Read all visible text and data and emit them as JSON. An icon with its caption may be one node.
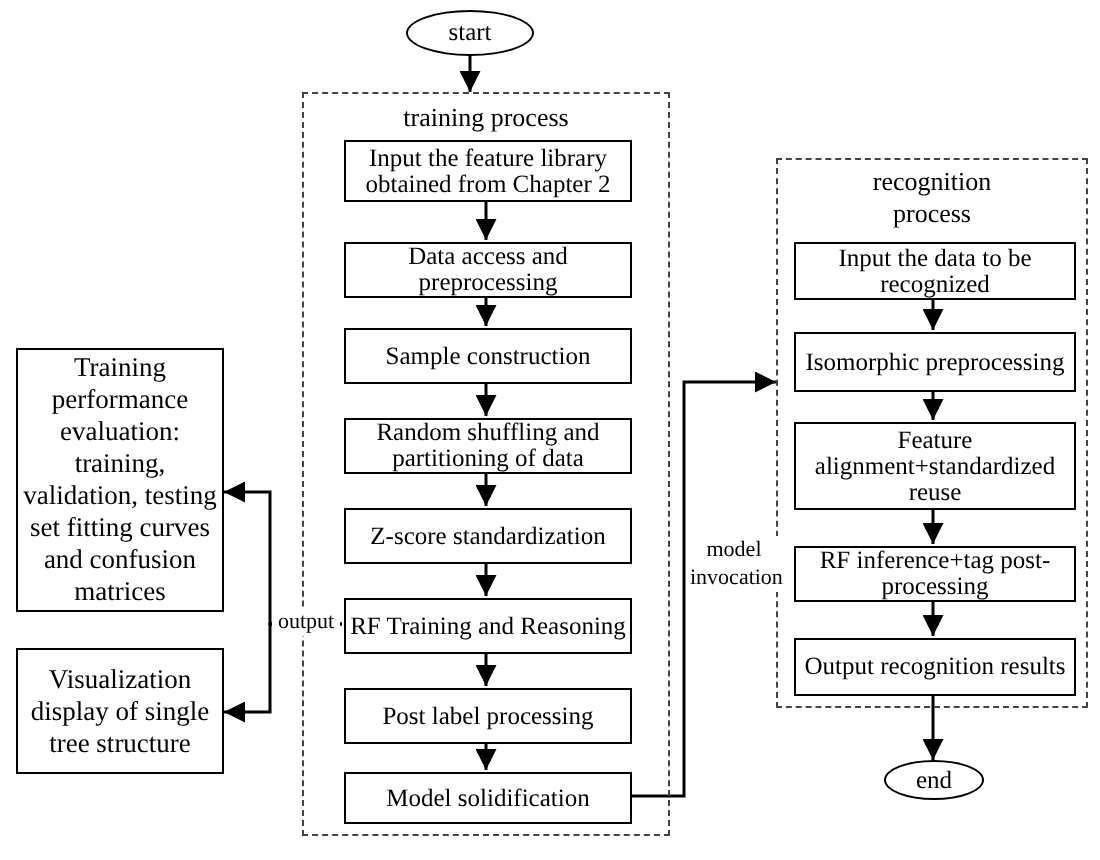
{
  "diagram": {
    "nodes": [
      {
        "text": [
          "start"
        ]
      },
      {
        "text": [
          "training process"
        ]
      },
      {
        "text": [
          "Input the feature library obtained from Chapter 2"
        ],
        "in": 1
      },
      {
        "text": [
          "Data access and preprocessing"
        ],
        "in": 1
      },
      {
        "text": [
          "Sample construction"
        ],
        "in": 1
      },
      {
        "text": [
          "Random shuffling and partitioning of data"
        ],
        "in": 1
      },
      {
        "text": [
          "Z-score standardization"
        ],
        "in": 1
      },
      {
        "text": [
          "RF Training and Reasoning"
        ],
        "in": 1
      },
      {
        "text": [
          "Post label processing"
        ],
        "in": 1
      },
      {
        "text": [
          "Model solidification"
        ],
        "in": 1
      },
      {
        "text": [
          "Training performance evaluation: training, validation, testing set fitting curves and confusion matrices"
        ]
      },
      {
        "text": [
          "Visualization display of single tree structure"
        ]
      },
      {
        "text": [
          "recognition process"
        ]
      },
      {
        "text": [
          "Input the data to be recognized"
        ],
        "in": 12
      },
      {
        "text": [
          "Isomorphic preprocessing"
        ],
        "in": 12
      },
      {
        "text": [
          "Feature alignment+standardized reuse"
        ],
        "in": 12
      },
      {
        "text": [
          "RF inference+tag post-processing"
        ],
        "in": 12
      },
      {
        "text": [
          "Output recognition results"
        ],
        "in": 12
      },
      {
        "text": [
          "end"
        ]
      }
    ],
    "edges": [
      {
        "from": 0,
        "to": 1,
        "arrow": "to"
      },
      {
        "from": 2,
        "to": 3,
        "arrow": "to"
      },
      {
        "from": 3,
        "to": 4,
        "arrow": "to"
      },
      {
        "from": 4,
        "to": 5,
        "arrow": "to"
      },
      {
        "from": 5,
        "to": 6,
        "arrow": "to"
      },
      {
        "from": 6,
        "to": 7,
        "arrow": "to"
      },
      {
        "from": 7,
        "to": 8,
        "arrow": "to"
      },
      {
        "from": 8,
        "to": 9,
        "arrow": "to"
      },
      {
        "from": 7,
        "to": 10,
        "arrow": "to",
        "label": "output"
      },
      {
        "from": 7,
        "to": 11,
        "arrow": "to"
      },
      {
        "from": 9,
        "to": 12,
        "arrow": "to",
        "label": "model invocation"
      },
      {
        "from": 13,
        "to": 14,
        "arrow": "to"
      },
      {
        "from": 14,
        "to": 15,
        "arrow": "to"
      },
      {
        "from": 15,
        "to": 16,
        "arrow": "to"
      },
      {
        "from": 16,
        "to": 17,
        "arrow": "to"
      },
      {
        "from": 17,
        "to": 18,
        "arrow": "to"
      }
    ]
  }
}
